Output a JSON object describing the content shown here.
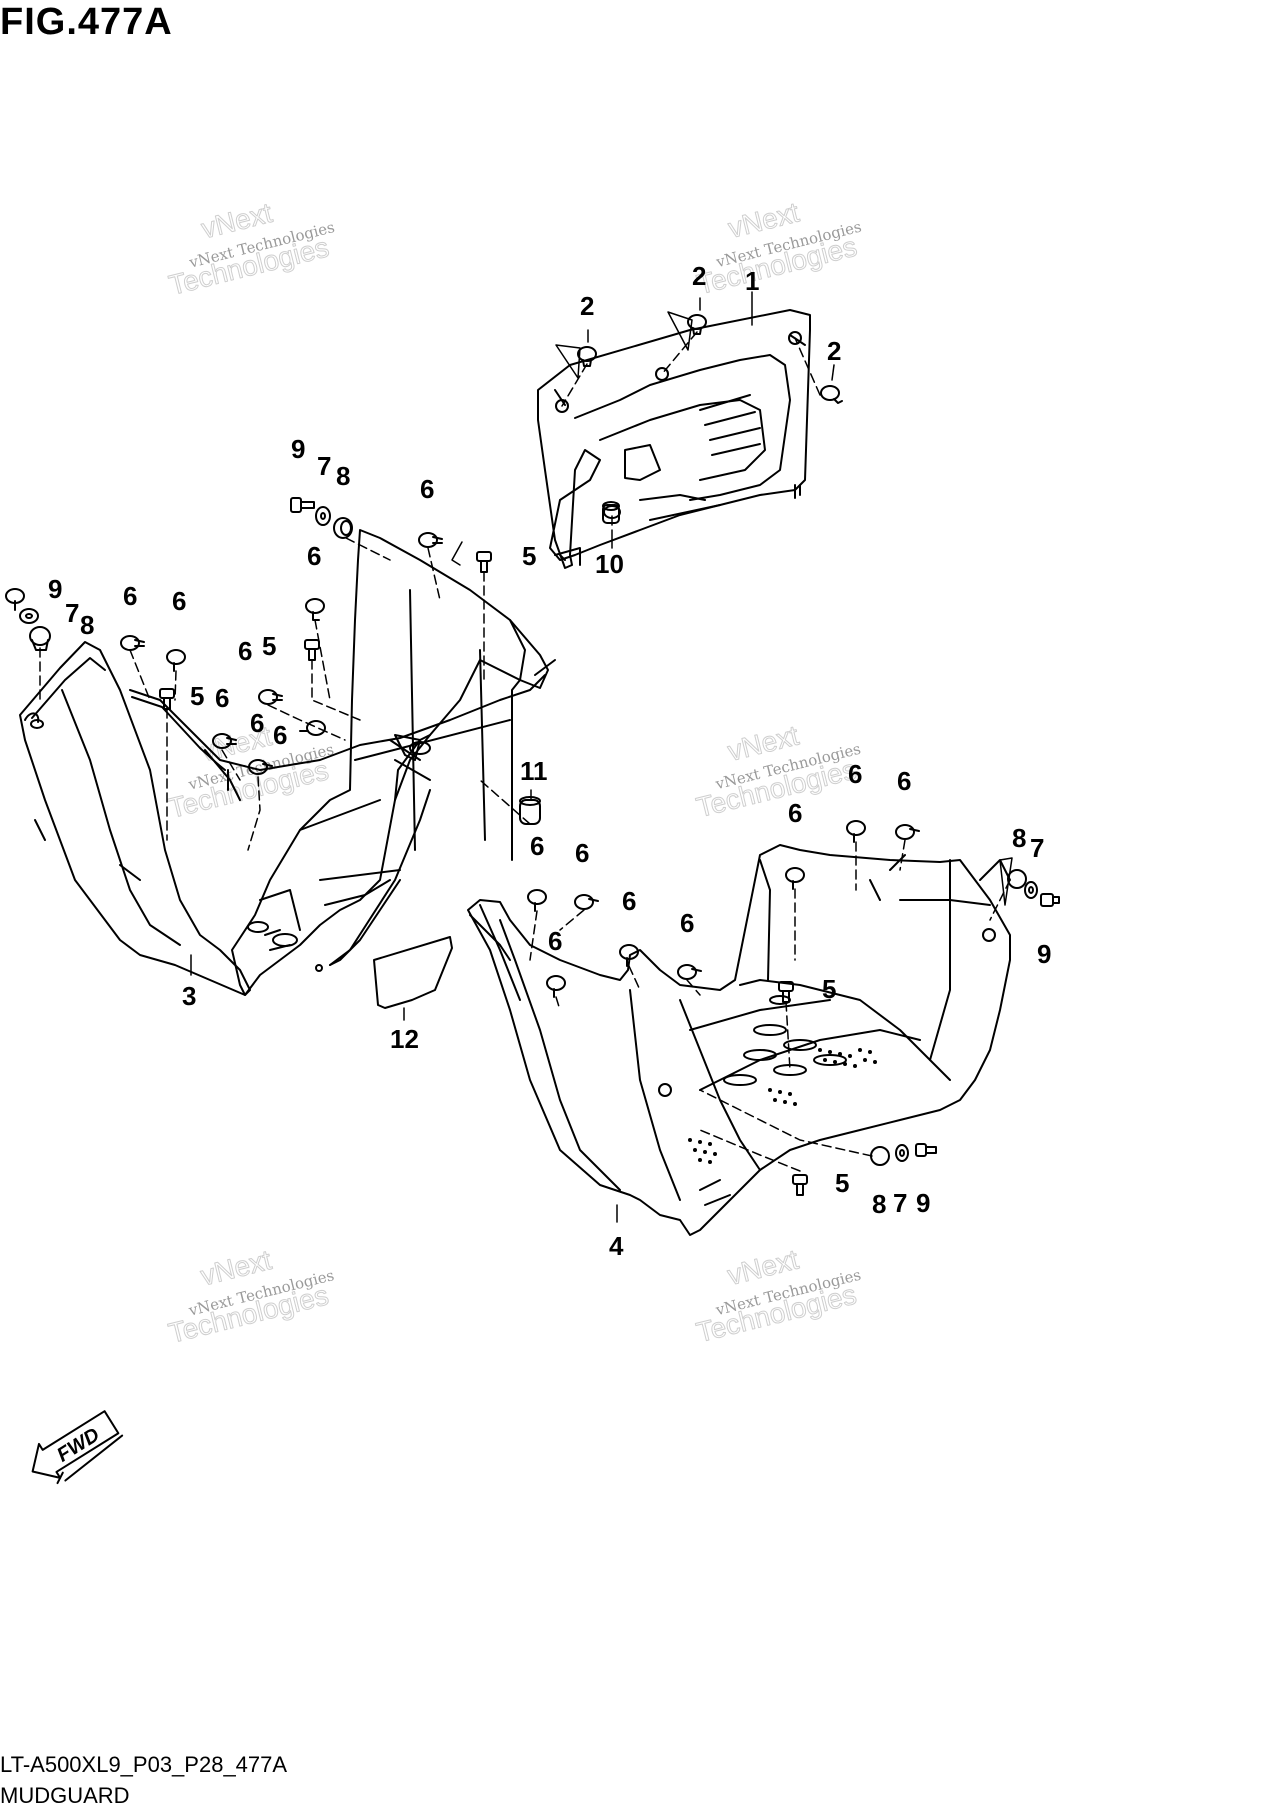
{
  "figure": {
    "title": "FIG.477A",
    "code": "LT-A500XL9_P03_P28_477A",
    "name": "MUDGUARD"
  },
  "watermark": {
    "line_small": "vNext Technologies",
    "line_big_1": "vNext",
    "line_big_2": "Technologies"
  },
  "fwd_label": "FWD",
  "callouts": {
    "p1": "1",
    "p2a": "2",
    "p2b": "2",
    "p2c": "2",
    "p3": "3",
    "p4": "4",
    "p5a": "5",
    "p5b": "5",
    "p5c": "5",
    "p5d": "5",
    "p5e": "5",
    "p6a": "6",
    "p6b": "6",
    "p6c": "6",
    "p6d": "6",
    "p6e": "6",
    "p6f": "6",
    "p6g": "6",
    "p6h": "6",
    "p6i": "6",
    "p6j": "6",
    "p6k": "6",
    "p6l": "6",
    "p6m": "6",
    "p6n": "6",
    "p6o": "6",
    "p7a": "7",
    "p7b": "7",
    "p7c": "7",
    "p7d": "7",
    "p8a": "8",
    "p8b": "8",
    "p8c": "8",
    "p8d": "8",
    "p9a": "9",
    "p9b": "9",
    "p9c": "9",
    "p9d": "9",
    "p10": "10",
    "p11": "11",
    "p12": "12"
  },
  "colors": {
    "line": "#000000",
    "background": "#ffffff",
    "watermark": "#9a9a9a"
  }
}
